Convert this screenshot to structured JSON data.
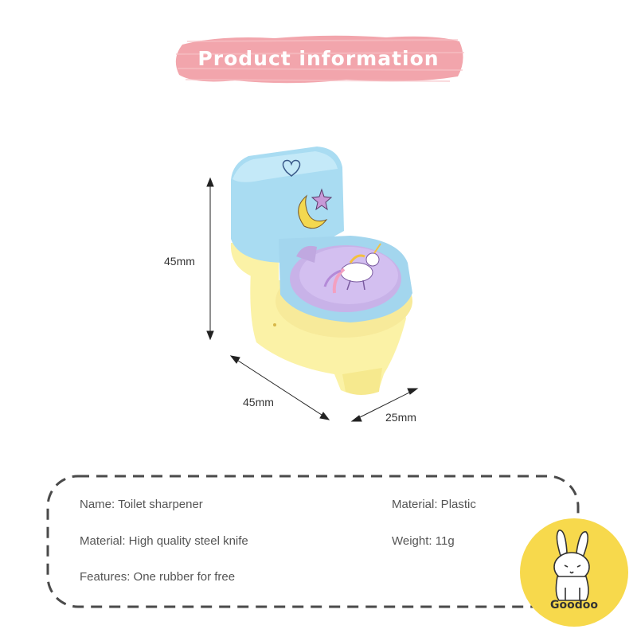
{
  "banner": {
    "title": "Product information",
    "color": "#f2a5ac"
  },
  "dimensions": {
    "height": "45mm",
    "length": "45mm",
    "width": "25mm"
  },
  "info": {
    "left": [
      "Name: Toilet sharpener",
      "Material: High quality steel knife",
      "Features: One rubber for free"
    ],
    "right": [
      "Material: Plastic",
      "Weight: 11g"
    ]
  },
  "brand": {
    "name": "Goodoo",
    "color": "#f7d94c"
  },
  "icons": [
    "moon-icon",
    "star-icon",
    "heart-icon",
    "unicorn-icon",
    "bunny-logo-icon"
  ]
}
